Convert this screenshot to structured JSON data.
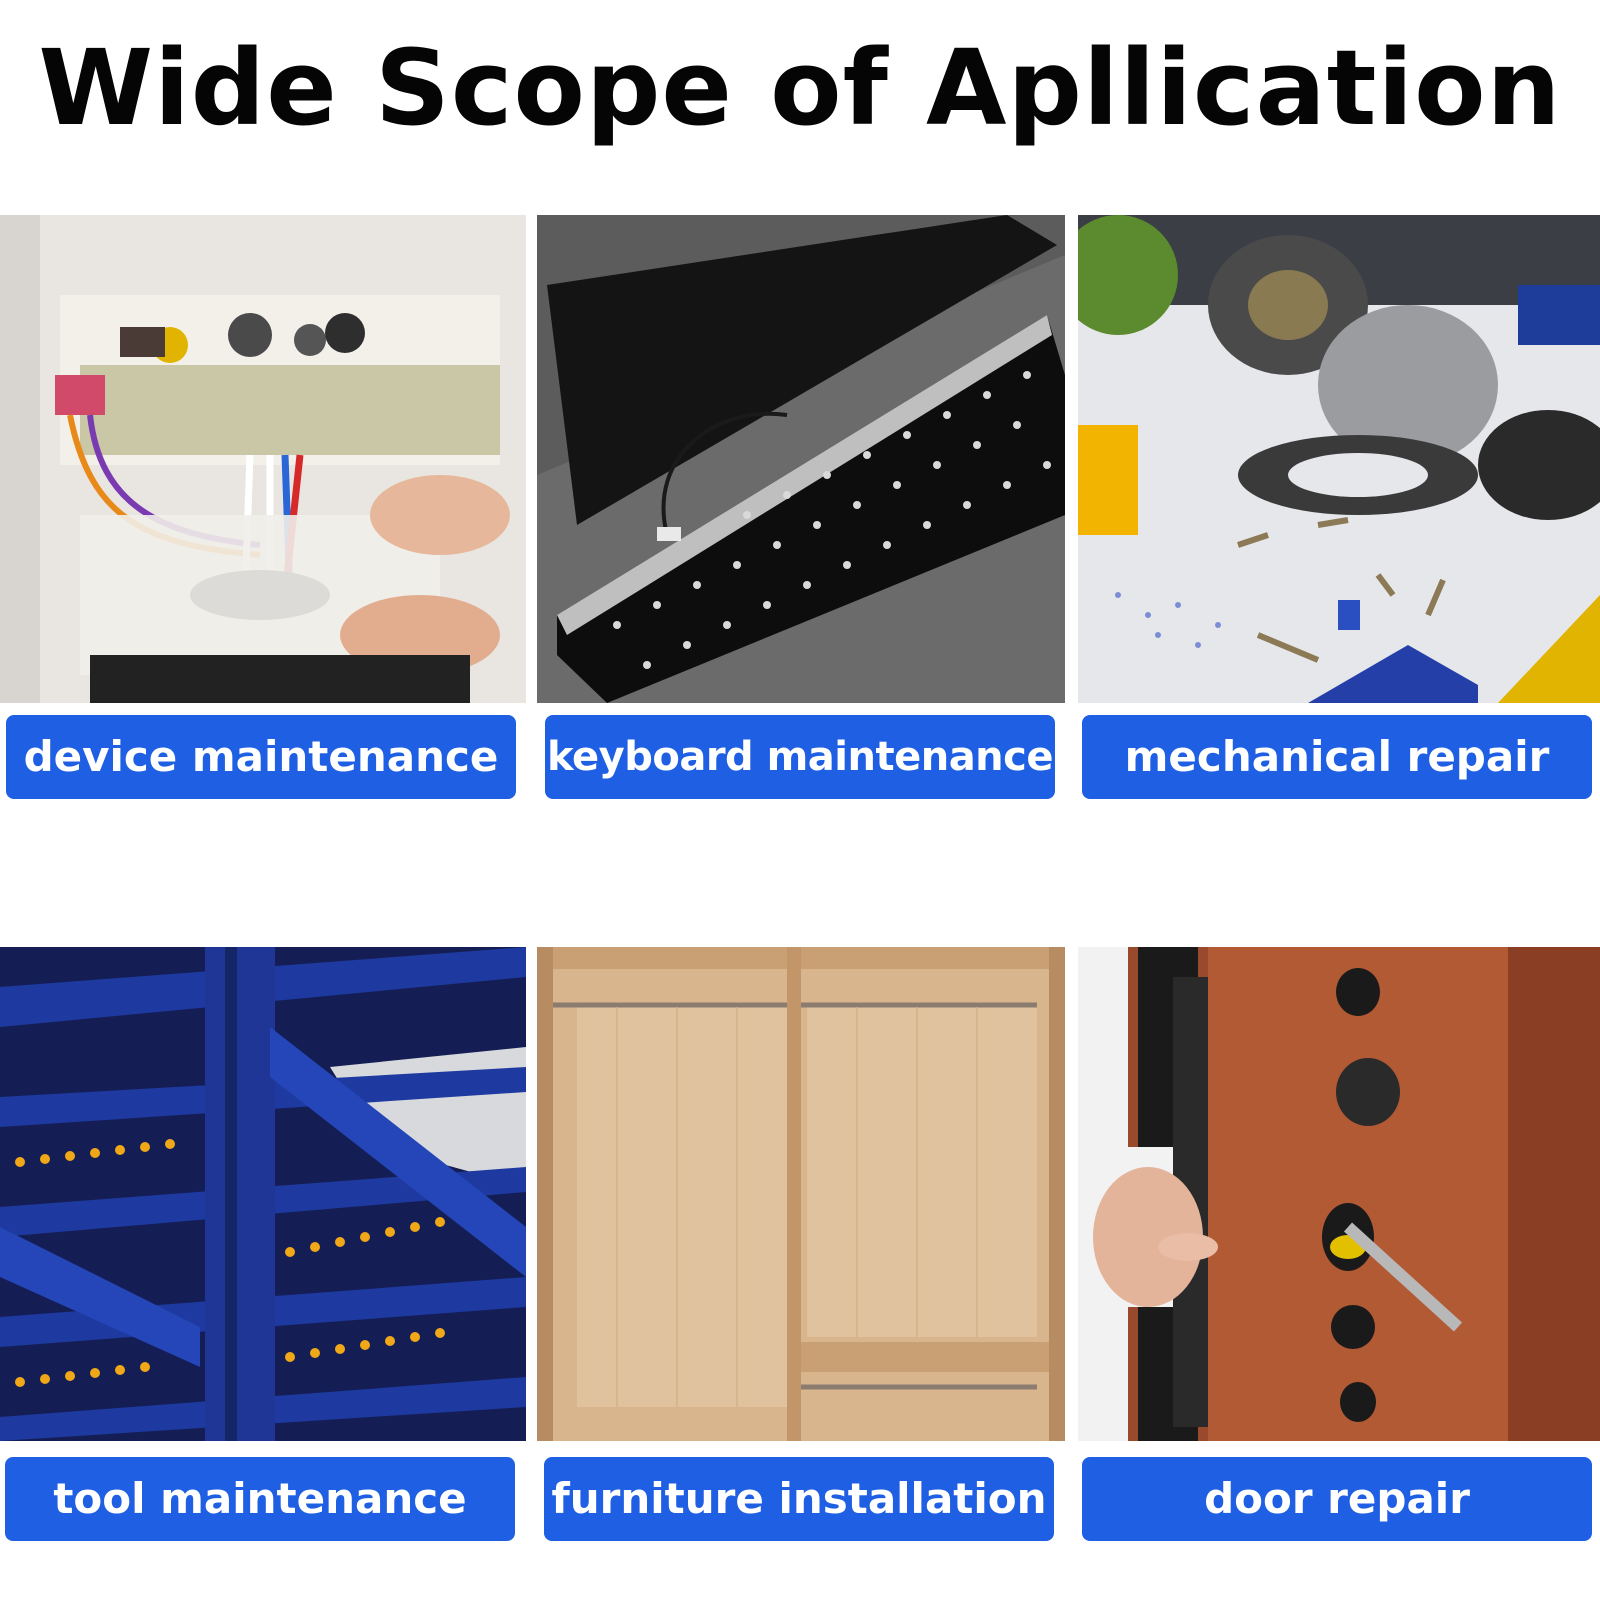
{
  "title": "Wide Scope of Apllication",
  "colors": {
    "label_background": "#1f5fe3",
    "label_text": "#ffffff",
    "title_text": "#050505"
  },
  "applications": [
    {
      "label": "device maintenance",
      "photo": "circuit-board-wiring"
    },
    {
      "label": "keyboard maintenance",
      "photo": "keyboard-pcb"
    },
    {
      "label": "mechanical repair",
      "photo": "power-drill-and-screws"
    },
    {
      "label": "tool maintenance",
      "photo": "blue-steel-shelving"
    },
    {
      "label": "furniture installation",
      "photo": "wooden-wardrobe"
    },
    {
      "label": "door repair",
      "photo": "door-lock-installation"
    }
  ]
}
